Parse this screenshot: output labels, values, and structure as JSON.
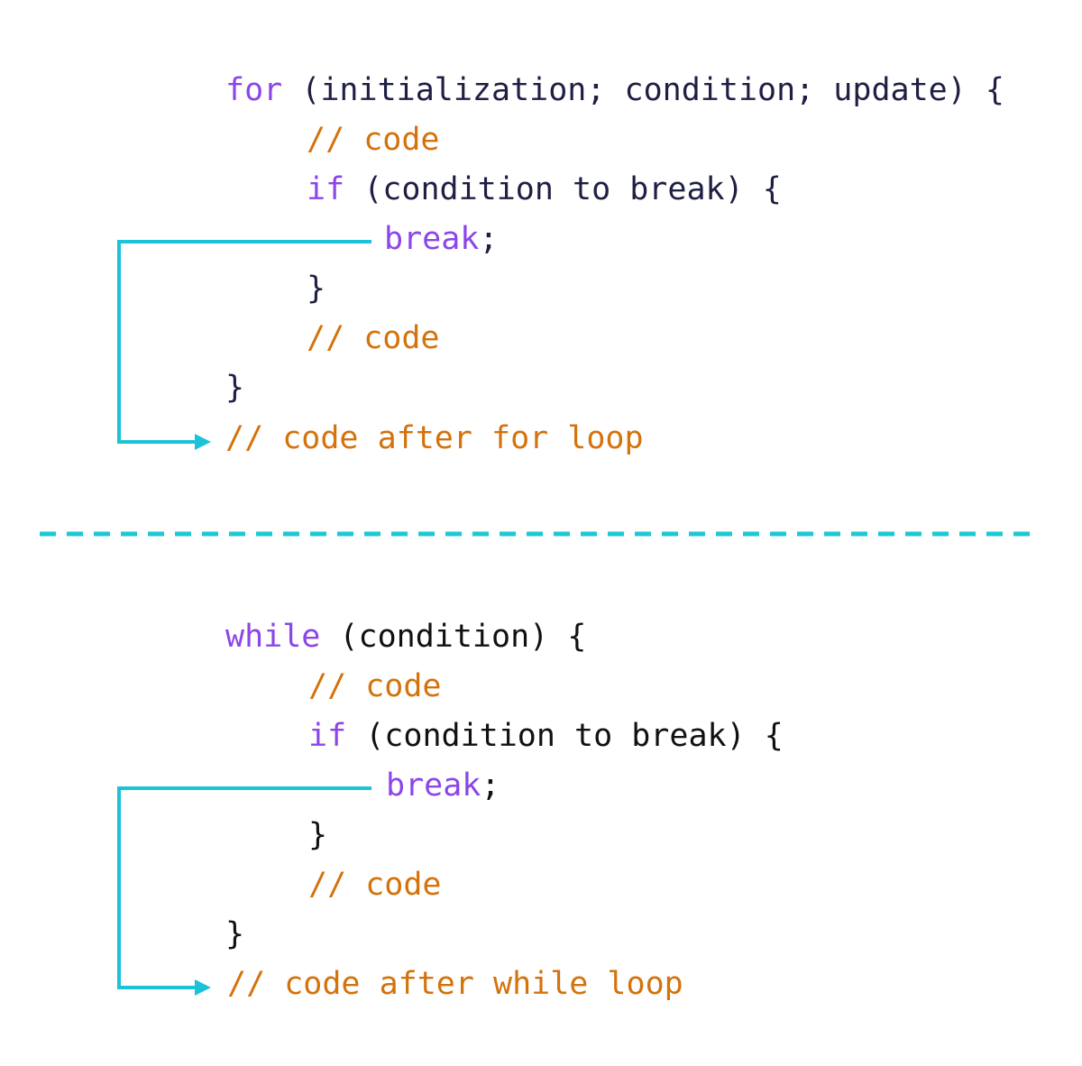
{
  "colors": {
    "keyword": "#8b46e8",
    "comment": "#d4720c",
    "text": "#1f1f44",
    "arrow": "#1cc3d8",
    "divider": "#1cc8d2"
  },
  "for_block": {
    "line1": {
      "keyword": "for",
      "rest": " (initialization; condition; update) {"
    },
    "line2": {
      "comment": "// code"
    },
    "line3": {
      "keyword": "if",
      "rest": " (condition to break) {"
    },
    "line4": {
      "keyword": "break",
      "rest": ";"
    },
    "line5": {
      "rest": "}"
    },
    "line6": {
      "comment": "// code"
    },
    "line7": {
      "rest": "}"
    },
    "line8": {
      "comment": "// code after for loop"
    }
  },
  "while_block": {
    "line1": {
      "keyword": "while",
      "rest": " (condition) {"
    },
    "line2": {
      "comment": "// code"
    },
    "line3": {
      "keyword": "if",
      "rest": " (condition to break) {"
    },
    "line4": {
      "keyword": "break",
      "rest": ";"
    },
    "line5": {
      "rest": "}"
    },
    "line6": {
      "comment": "// code"
    },
    "line7": {
      "rest": "}"
    },
    "line8": {
      "comment": "// code after while loop"
    }
  }
}
